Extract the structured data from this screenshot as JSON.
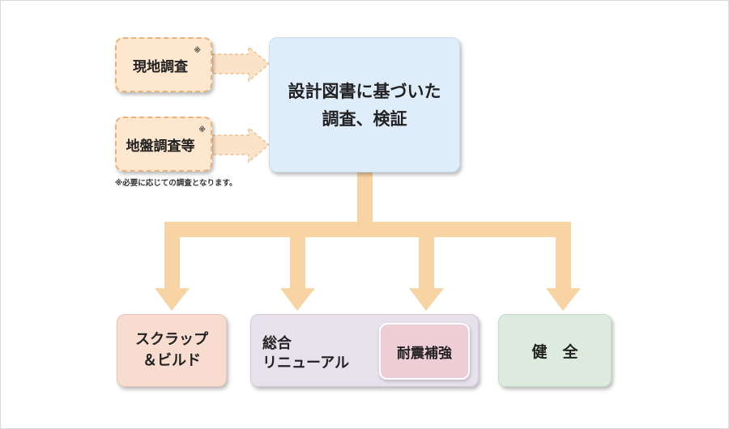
{
  "inputs": [
    {
      "label": "現地調査",
      "mark": "※"
    },
    {
      "label": "地盤調査等",
      "mark": "※"
    }
  ],
  "note": "※必要に応じての調査となります。",
  "main": {
    "line1": "設計図書に基づいた",
    "line2": "調査、検証"
  },
  "outcomes": {
    "scrap": {
      "line1": "スクラップ",
      "line2": "＆ビルド"
    },
    "renewal": {
      "line1": "総合",
      "line2": "リニューアル",
      "sub": "耐震補強"
    },
    "health": "健　全"
  },
  "colors": {
    "arrow_fill": "#f8d3a4",
    "arrow_dashed": "#fbe3c9",
    "input_bg": "#fde7cf",
    "main_bg": "#deedf9",
    "scrap_bg": "#f8dcd0",
    "renewal_bg": "#e7e1ec",
    "seismic_bg": "#eecdd6",
    "health_bg": "#dcebdd"
  }
}
